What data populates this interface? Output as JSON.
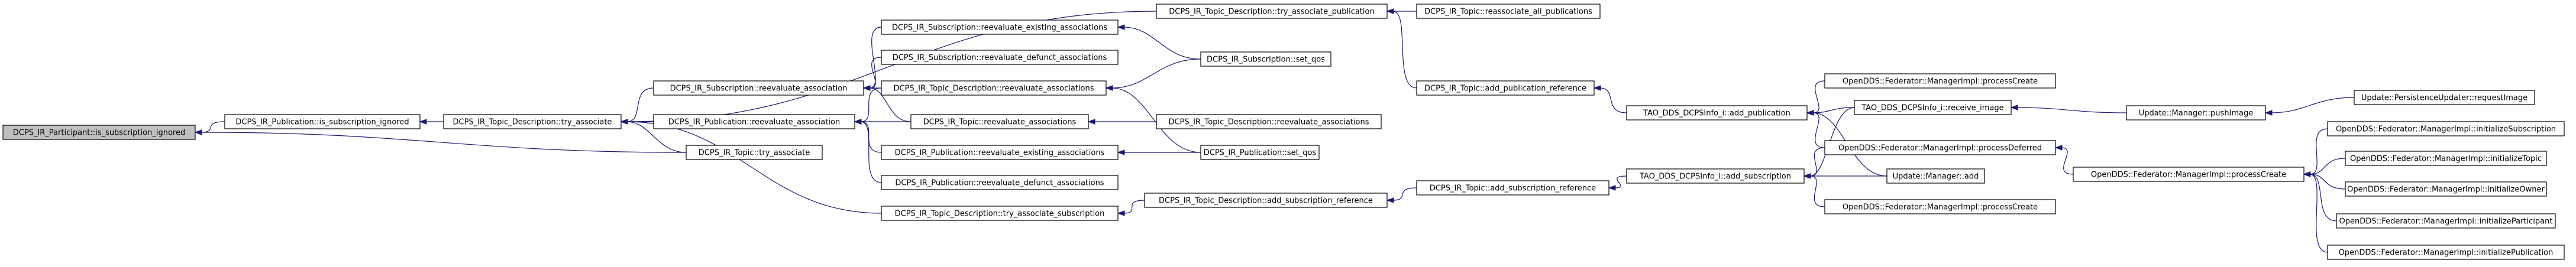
{
  "graph": {
    "nodes": [
      {
        "id": "n0",
        "label": "DCPS_IR_Participant::is_subscription_ignored"
      },
      {
        "id": "n1",
        "label": "DCPS_IR_Publication::is_subscription_ignored"
      },
      {
        "id": "n2",
        "label": "DCPS_IR_Topic_Description::try_associate"
      },
      {
        "id": "n3",
        "label": "DCPS_IR_Subscription::reevaluate_association"
      },
      {
        "id": "n4",
        "label": "DCPS_IR_Publication::reevaluate_association"
      },
      {
        "id": "n5",
        "label": "DCPS_IR_Topic::try_associate"
      },
      {
        "id": "n6",
        "label": "DCPS_IR_Subscription::reevaluate_existing_associations"
      },
      {
        "id": "n7",
        "label": "DCPS_IR_Subscription::reevaluate_defunct_associations"
      },
      {
        "id": "n8",
        "label": "DCPS_IR_Topic_Description::reevaluate_associations"
      },
      {
        "id": "n9",
        "label": "DCPS_IR_Topic::reevaluate_associations"
      },
      {
        "id": "n10",
        "label": "DCPS_IR_Publication::reevaluate_existing_associations"
      },
      {
        "id": "n11",
        "label": "DCPS_IR_Publication::reevaluate_defunct_associations"
      },
      {
        "id": "n12",
        "label": "DCPS_IR_Topic_Description::try_associate_subscription"
      },
      {
        "id": "n13",
        "label": "DCPS_IR_Topic_Description::try_associate_publication"
      },
      {
        "id": "n14",
        "label": "DCPS_IR_Subscription::set_qos"
      },
      {
        "id": "n15",
        "label": "DCPS_IR_Topic_Description::reevaluate_associations"
      },
      {
        "id": "n16",
        "label": "DCPS_IR_Publication::set_qos"
      },
      {
        "id": "n17",
        "label": "DCPS_IR_Topic_Description::add_subscription_reference"
      },
      {
        "id": "n18",
        "label": "DCPS_IR_Topic::reassociate_all_publications"
      },
      {
        "id": "n19",
        "label": "DCPS_IR_Topic::add_publication_reference"
      },
      {
        "id": "n20",
        "label": "DCPS_IR_Topic::add_subscription_reference"
      },
      {
        "id": "n21",
        "label": "TAO_DDS_DCPSInfo_i::add_publication"
      },
      {
        "id": "n22",
        "label": "TAO_DDS_DCPSInfo_i::add_subscription"
      },
      {
        "id": "n23",
        "label": "OpenDDS::Federator::ManagerImpl::processCreate"
      },
      {
        "id": "n24",
        "label": "TAO_DDS_DCPSInfo_i::receive_image"
      },
      {
        "id": "n25",
        "label": "OpenDDS::Federator::ManagerImpl::processDeferred"
      },
      {
        "id": "n26",
        "label": "Update::Manager::add"
      },
      {
        "id": "n27",
        "label": "OpenDDS::Federator::ManagerImpl::processCreate"
      },
      {
        "id": "n28",
        "label": "Update::Manager::pushImage"
      },
      {
        "id": "n29",
        "label": "OpenDDS::Federator::ManagerImpl::processCreate"
      },
      {
        "id": "n30",
        "label": "Update::PersistenceUpdater::requestImage"
      },
      {
        "id": "n31",
        "label": "OpenDDS::Federator::ManagerImpl::initializeSubscription"
      },
      {
        "id": "n32",
        "label": "OpenDDS::Federator::ManagerImpl::initializeTopic"
      },
      {
        "id": "n33",
        "label": "OpenDDS::Federator::ManagerImpl::initializeOwner"
      },
      {
        "id": "n34",
        "label": "OpenDDS::Federator::ManagerImpl::initializeParticipant"
      },
      {
        "id": "n35",
        "label": "OpenDDS::Federator::ManagerImpl::initializePublication"
      }
    ],
    "edges": [
      {
        "from": "n1",
        "to": "n0"
      },
      {
        "from": "n5",
        "to": "n0"
      },
      {
        "from": "n2",
        "to": "n1"
      },
      {
        "from": "n3",
        "to": "n2"
      },
      {
        "from": "n4",
        "to": "n2"
      },
      {
        "from": "n5",
        "to": "n2"
      },
      {
        "from": "n13",
        "to": "n2"
      },
      {
        "from": "n12",
        "to": "n2"
      },
      {
        "from": "n6",
        "to": "n3"
      },
      {
        "from": "n7",
        "to": "n3"
      },
      {
        "from": "n8",
        "to": "n3"
      },
      {
        "from": "n9",
        "to": "n3"
      },
      {
        "from": "n8",
        "to": "n4"
      },
      {
        "from": "n9",
        "to": "n4"
      },
      {
        "from": "n10",
        "to": "n4"
      },
      {
        "from": "n11",
        "to": "n4"
      },
      {
        "from": "n14",
        "to": "n6"
      },
      {
        "from": "n14",
        "to": "n8"
      },
      {
        "from": "n16",
        "to": "n8"
      },
      {
        "from": "n15",
        "to": "n9"
      },
      {
        "from": "n16",
        "to": "n10"
      },
      {
        "from": "n17",
        "to": "n12"
      },
      {
        "from": "n18",
        "to": "n13"
      },
      {
        "from": "n19",
        "to": "n13"
      },
      {
        "from": "n20",
        "to": "n17"
      },
      {
        "from": "n21",
        "to": "n19"
      },
      {
        "from": "n22",
        "to": "n20"
      },
      {
        "from": "n23",
        "to": "n21"
      },
      {
        "from": "n24",
        "to": "n21"
      },
      {
        "from": "n25",
        "to": "n21"
      },
      {
        "from": "n26",
        "to": "n21"
      },
      {
        "from": "n24",
        "to": "n22"
      },
      {
        "from": "n25",
        "to": "n22"
      },
      {
        "from": "n26",
        "to": "n22"
      },
      {
        "from": "n27",
        "to": "n22"
      },
      {
        "from": "n28",
        "to": "n24"
      },
      {
        "from": "n29",
        "to": "n25"
      },
      {
        "from": "n30",
        "to": "n28"
      },
      {
        "from": "n31",
        "to": "n29"
      },
      {
        "from": "n32",
        "to": "n29"
      },
      {
        "from": "n33",
        "to": "n29"
      },
      {
        "from": "n34",
        "to": "n29"
      },
      {
        "from": "n35",
        "to": "n29"
      }
    ]
  }
}
